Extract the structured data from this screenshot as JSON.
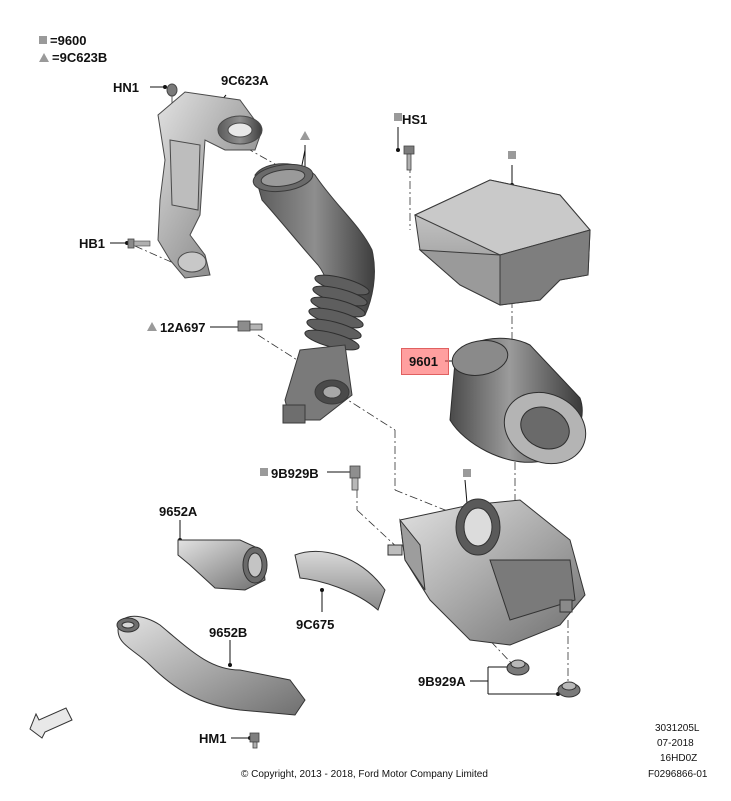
{
  "legend": [
    {
      "symbol": "square-symbol",
      "text": "=9600"
    },
    {
      "symbol": "triangle-symbol",
      "text": "=9C623B"
    }
  ],
  "callouts": {
    "hn1": "HN1",
    "c9c623a": "9C623A",
    "hs1": "HS1",
    "hb1": "HB1",
    "c12a697": "12A697",
    "c9601": "9601",
    "c9b929b": "9B929B",
    "c9652a": "9652A",
    "c9c675": "9C675",
    "c9652b": "9652B",
    "c9b929a": "9B929A",
    "hm1": "HM1"
  },
  "highlight": {
    "label": "9601",
    "color": "#ff5050"
  },
  "footer": {
    "copyright": "© Copyright, 2013 - 2018, Ford Motor Company Limited",
    "ref_code": "3031205L",
    "date": "07-2018",
    "model_code": "16HD0Z",
    "figure_id": "F0296866-01"
  }
}
